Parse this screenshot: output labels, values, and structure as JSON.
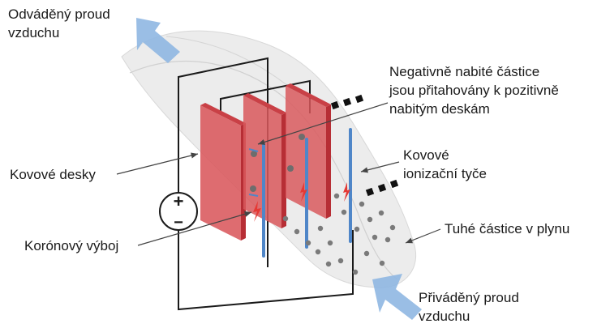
{
  "labels": {
    "outflow": {
      "line1": "Odváděný proud",
      "line2": "vzduchu"
    },
    "negative": {
      "line1": "Negativně nabité částice",
      "line2": "jsou přitahovány k pozitivně",
      "line3": "nabitým deskám"
    },
    "plates": {
      "line1": "Kovové desky"
    },
    "rods": {
      "line1": "Kovové",
      "line2": "ionizační tyče"
    },
    "particles": {
      "line1": "Tuhé částice v plynu"
    },
    "corona": {
      "line1": "Korónový výboj"
    },
    "inflow": {
      "line1": "Přiváděný proud",
      "line2": "vzduchu"
    }
  },
  "power_source": {
    "plus": "+",
    "minus": "−"
  },
  "colors": {
    "plate": "#d9585c",
    "plate_dark": "#b72e35",
    "rod": "#4f86c8",
    "arrow": "#8fb7e2",
    "gas": "#e6e6e6",
    "particle": "#7a7a7a",
    "wire": "#1a1a1a"
  }
}
